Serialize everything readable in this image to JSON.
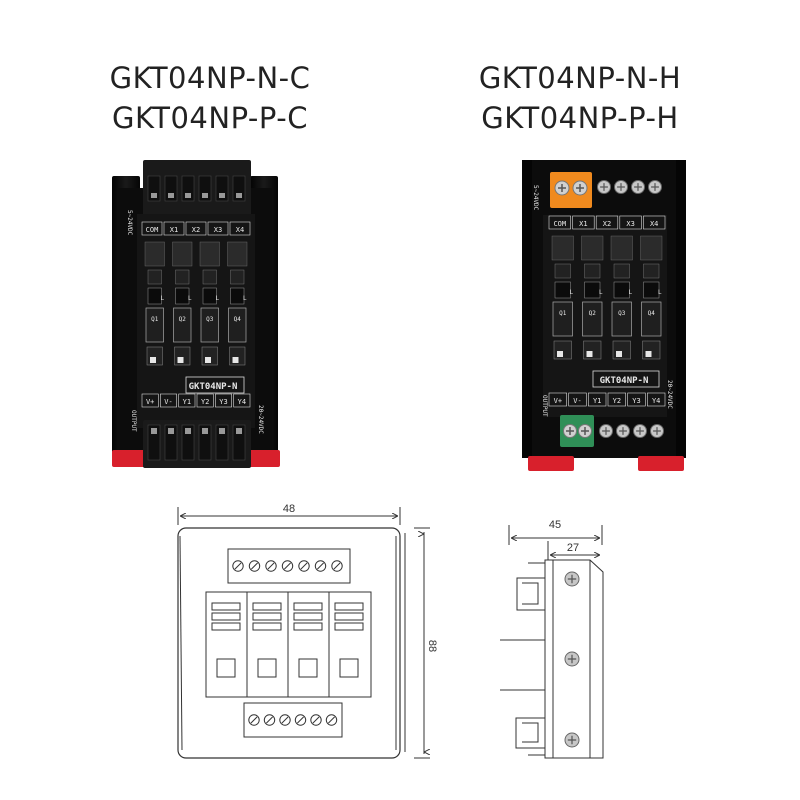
{
  "titles": {
    "left": [
      "GKT04NP-N-C",
      "GKT04NP-P-C"
    ],
    "right": [
      "GKT04NP-N-H",
      "GKT04NP-P-H"
    ]
  },
  "board_left": {
    "inputs": [
      "COM",
      "X1",
      "X2",
      "X3",
      "X4"
    ],
    "outputs": [
      "V+",
      "V-",
      "Y1",
      "Y2",
      "Y3",
      "Y4"
    ],
    "model": "GKT04NP-N",
    "side_top": "5~24VDC",
    "side_right": "20~24VDC",
    "side_bottom": "OUTPUT",
    "channels": [
      "Q1",
      "Q2",
      "Q3",
      "Q4"
    ],
    "led_label": "L"
  },
  "board_right": {
    "inputs": [
      "COM",
      "X1",
      "X2",
      "X3",
      "X4"
    ],
    "outputs": [
      "V+",
      "V-",
      "Y1",
      "Y2",
      "Y3",
      "Y4"
    ],
    "model": "GKT04NP-N",
    "side_top": "5~24VDC",
    "side_right": "20~24VDC",
    "side_bottom": "OUTPUT",
    "channels": [
      "Q1",
      "Q2",
      "Q3",
      "Q4"
    ],
    "led_label": "L"
  },
  "dimensions": {
    "front_width": "48",
    "front_height": "88",
    "side_depth": "45",
    "side_inner": "27"
  },
  "colors": {
    "pcb": "#151515",
    "housing": "#0c0c0c",
    "orange_terminal": "#f08a1e",
    "green_terminal": "#2f8f57",
    "red_clip": "#d8202c",
    "line_drawing": "#333333"
  }
}
